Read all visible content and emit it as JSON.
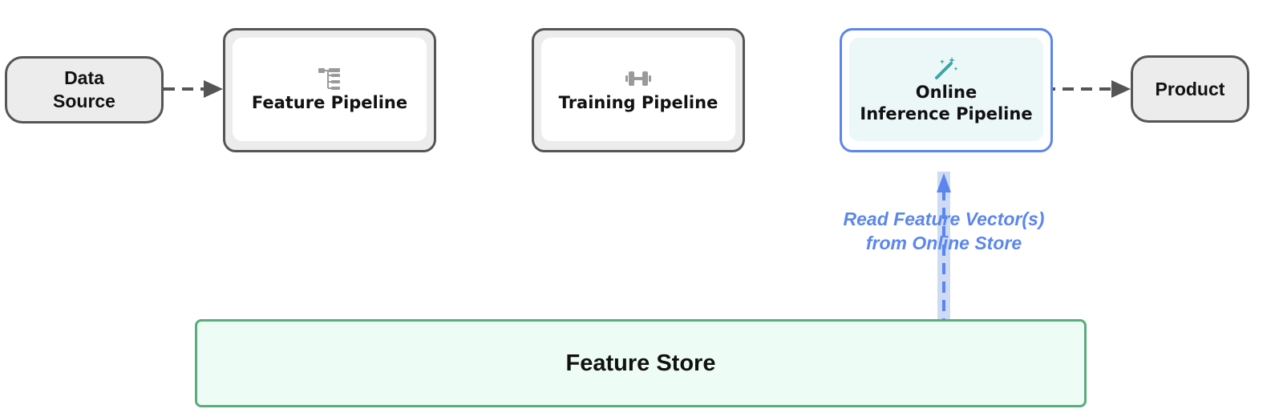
{
  "nodes": {
    "data_source": {
      "line1": "Data",
      "line2": "Source"
    },
    "feature_pipeline": {
      "label": "Feature Pipeline",
      "icon": "tree-structure-icon"
    },
    "training_pipeline": {
      "label": "Training Pipeline",
      "icon": "dumbbell-icon"
    },
    "inference_pipeline": {
      "line1": "Online",
      "line2": "Inference Pipeline",
      "icon": "magic-wand-icon",
      "highlighted": true
    },
    "product": {
      "label": "Product"
    },
    "feature_store": {
      "label": "Feature Store"
    }
  },
  "edges": {
    "source_to_feature": {
      "style": "dashed",
      "color": "#555555"
    },
    "inference_to_product": {
      "style": "dashed",
      "color": "#555555"
    },
    "store_to_inference": {
      "style": "dashed",
      "color": "#5b86ee",
      "label_line1": "Read Feature Vector(s)",
      "label_line2": "from Online Store"
    }
  },
  "colors": {
    "node_border": "#555555",
    "node_fill": "#ececec",
    "highlight_border": "#5b86ee",
    "highlight_fill": "#ecf7f8",
    "store_border": "#5aac7c",
    "store_fill": "#edfcf4",
    "icon_gray": "#9a9a9a",
    "icon_teal": "#3aa6a6"
  }
}
